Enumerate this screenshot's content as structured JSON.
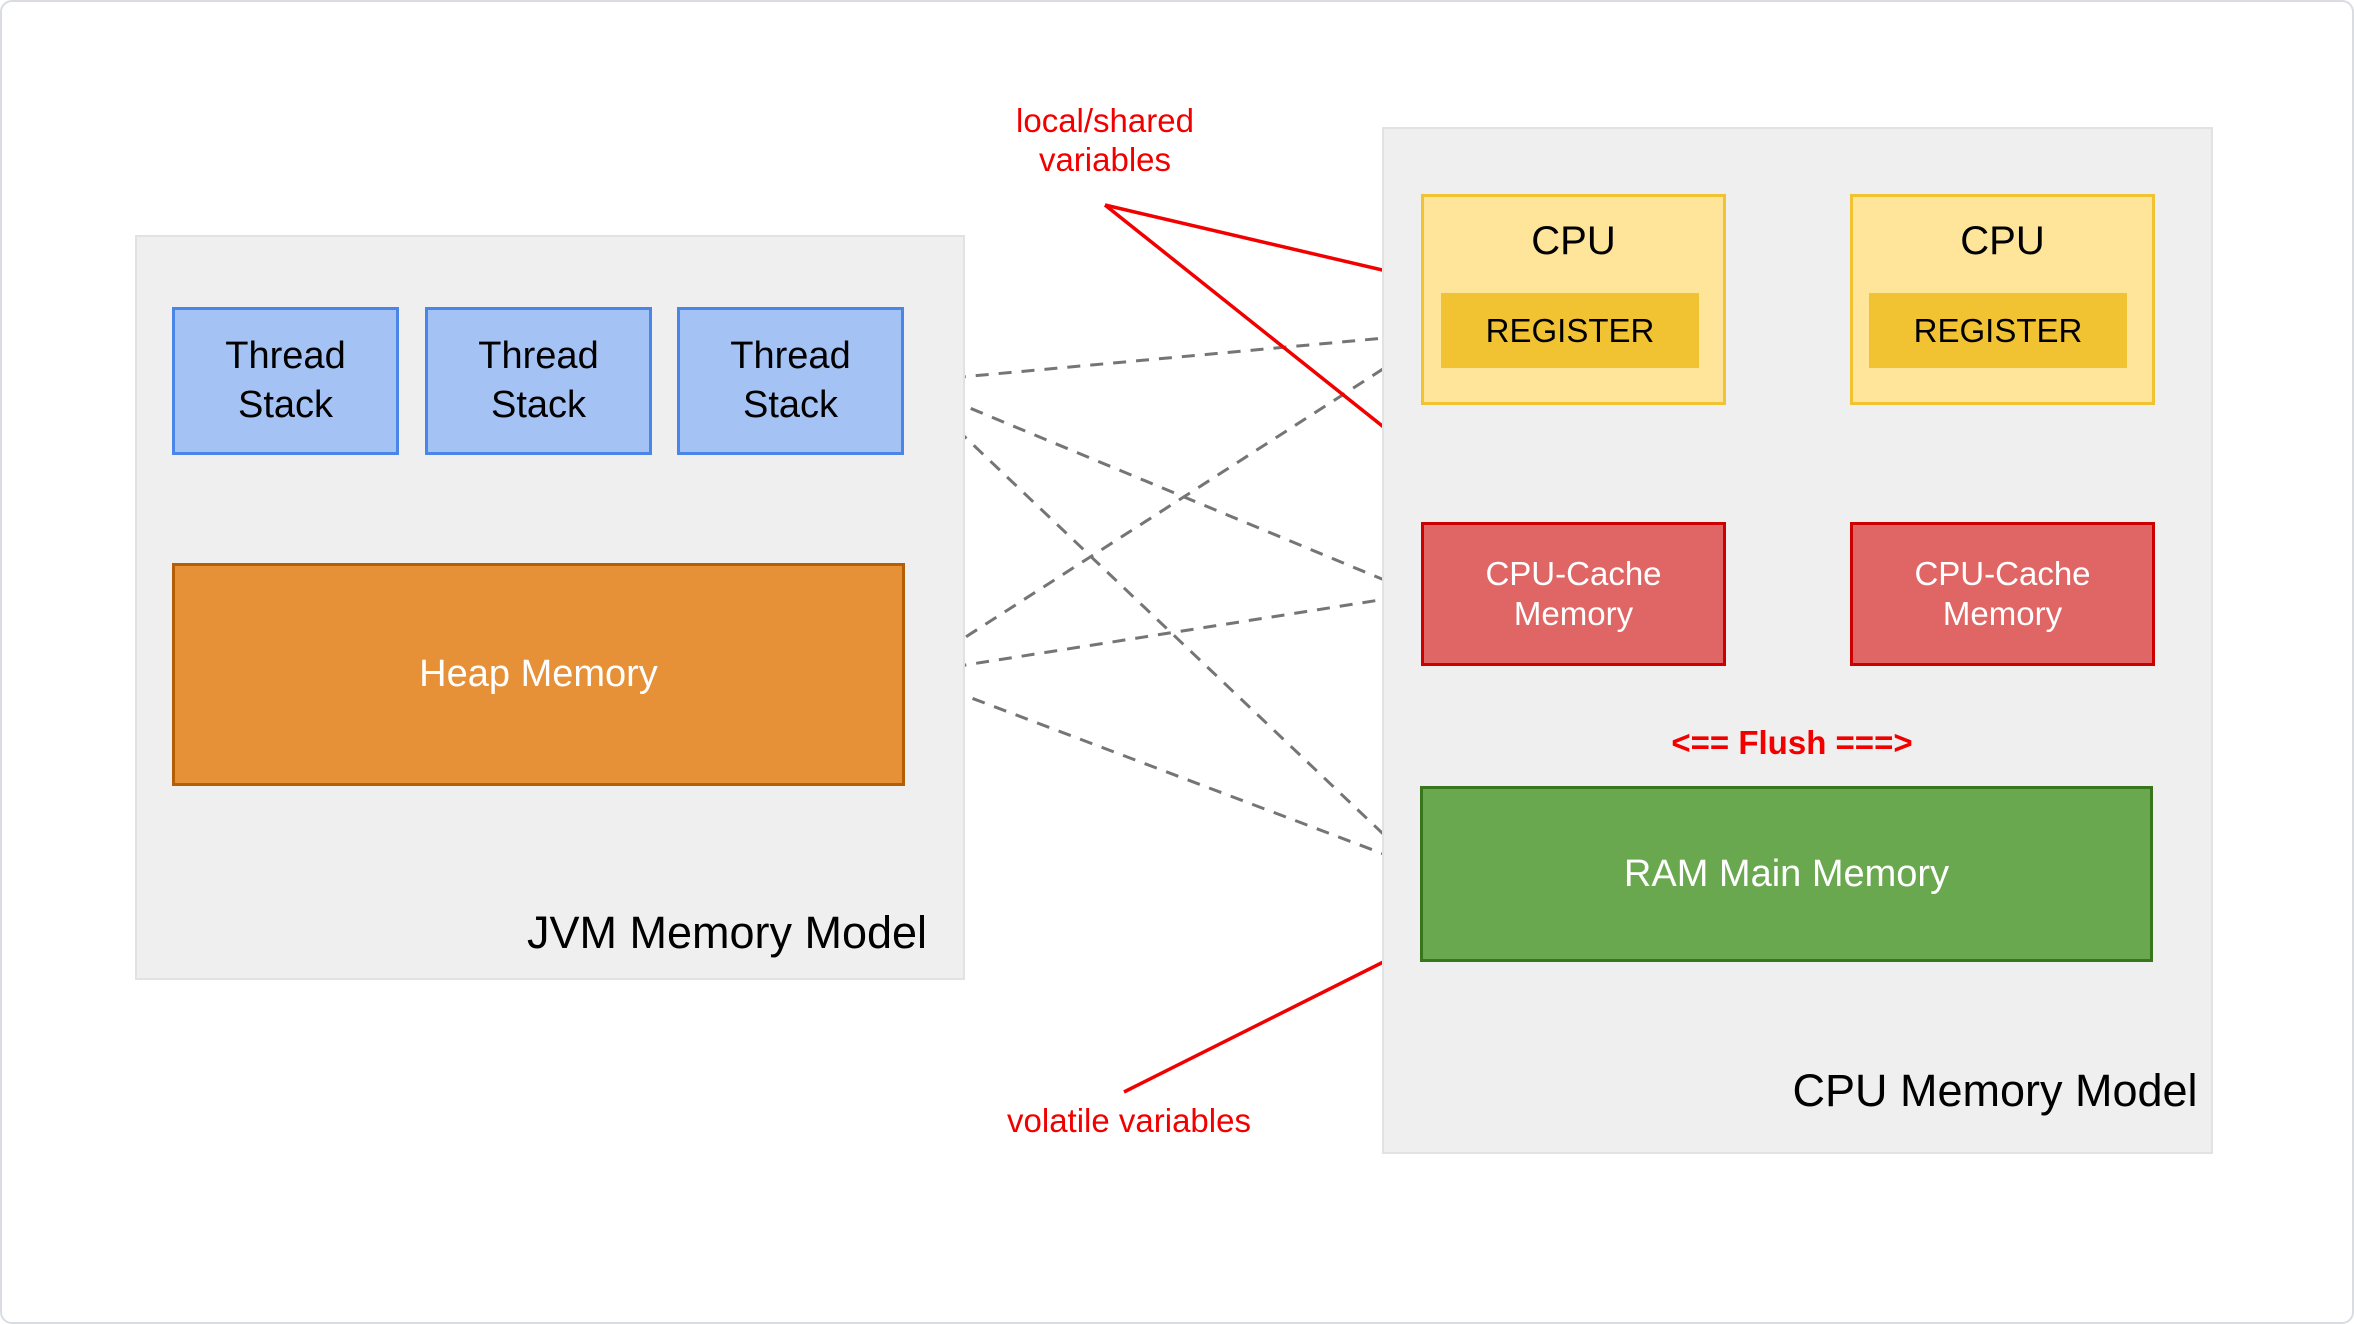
{
  "jvm_panel": {
    "label": "JVM Memory Model",
    "thread_stacks": [
      {
        "label": "Thread\nStack"
      },
      {
        "label": "Thread\nStack"
      },
      {
        "label": "Thread\nStack"
      }
    ],
    "heap": {
      "label": "Heap Memory"
    }
  },
  "cpu_panel": {
    "label": "CPU Memory Model",
    "cpus": [
      {
        "label": "CPU",
        "register_label": "REGISTER"
      },
      {
        "label": "CPU",
        "register_label": "REGISTER"
      }
    ],
    "caches": [
      {
        "label": "CPU-Cache\nMemory"
      },
      {
        "label": "CPU-Cache\nMemory"
      }
    ],
    "ram": {
      "label": "RAM Main Memory"
    },
    "flush_label": "<== Flush ===>"
  },
  "annotations": {
    "local_shared": "local/shared\nvariables",
    "volatile_vars": "volatile variables"
  },
  "colors": {
    "panel_bg": "#EFEFEF",
    "panel_border": "#E2E2E2",
    "thread_fill": "#A4C2F4",
    "thread_border": "#4A86E8",
    "heap_fill": "#E69138",
    "heap_border": "#B45F06",
    "cpu_fill": "#FFE599",
    "cpu_border": "#F1C232",
    "register_fill": "#F1C232",
    "cache_fill": "#E06666",
    "cache_border": "#CC0000",
    "ram_fill": "#6AA84F",
    "ram_border": "#38761D",
    "annotation": "#F20000",
    "connector": "#757575",
    "arrowhead": "#6E6E6E"
  }
}
